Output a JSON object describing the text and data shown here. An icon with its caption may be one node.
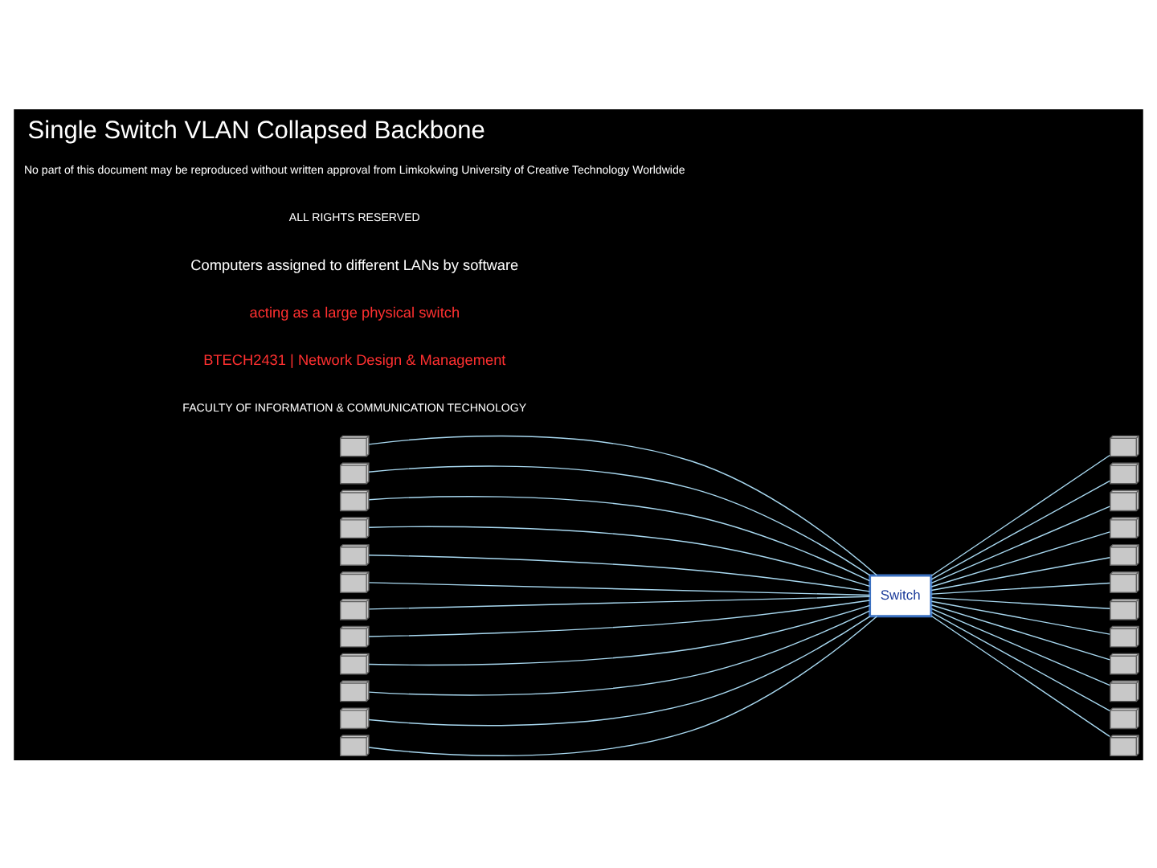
{
  "diagram": {
    "title": "Single Switch VLAN Collapsed Backbone",
    "nodes": [
      {
        "text": [],
        "shape": "picture"
      },
      {
        "text": [],
        "shape": "picture"
      },
      {
        "text": [],
        "shape": "picture"
      },
      {
        "text": [],
        "shape": "picture"
      },
      {
        "text": [],
        "shape": "picture"
      },
      {
        "text": [],
        "shape": "picture"
      },
      {
        "text": [],
        "shape": "picture"
      },
      {
        "text": [],
        "shape": "picture"
      },
      {
        "text": [],
        "shape": "picture"
      },
      {
        "text": [],
        "shape": "picture"
      },
      {
        "text": [],
        "shape": "picture"
      },
      {
        "text": [],
        "shape": "picture"
      },
      {
        "text": [],
        "shape": "picture"
      },
      {
        "text": [],
        "shape": "picture"
      },
      {
        "text": [],
        "shape": "picture"
      },
      {
        "text": [],
        "shape": "picture"
      },
      {
        "text": [],
        "shape": "picture"
      },
      {
        "text": [],
        "shape": "picture"
      },
      {
        "text": [],
        "shape": "picture"
      },
      {
        "text": [],
        "shape": "picture"
      },
      {
        "text": [],
        "shape": "picture"
      },
      {
        "text": [],
        "shape": "picture"
      },
      {
        "text": [],
        "shape": "picture"
      },
      {
        "text": [],
        "shape": "picture"
      },
      {
        "text": [
          "Switch"
        ]
      }
    ],
    "edges": [
      {
        "from": 0,
        "to": 24,
        "arrow": "none"
      },
      {
        "from": 1,
        "to": 24,
        "arrow": "none"
      },
      {
        "from": 2,
        "to": 24,
        "arrow": "none"
      },
      {
        "from": 3,
        "to": 24,
        "arrow": "none"
      },
      {
        "from": 4,
        "to": 24,
        "arrow": "none"
      },
      {
        "from": 5,
        "to": 24,
        "arrow": "none"
      },
      {
        "from": 6,
        "to": 24,
        "arrow": "none"
      },
      {
        "from": 7,
        "to": 24,
        "arrow": "none"
      },
      {
        "from": 8,
        "to": 24,
        "arrow": "none"
      },
      {
        "from": 9,
        "to": 24,
        "arrow": "none"
      },
      {
        "from": 10,
        "to": 24,
        "arrow": "none"
      },
      {
        "from": 11,
        "to": 24,
        "arrow": "none"
      },
      {
        "from": 24,
        "to": 12,
        "arrow": "none"
      },
      {
        "from": 24,
        "to": 13,
        "arrow": "none"
      },
      {
        "from": 24,
        "to": 14,
        "arrow": "none"
      },
      {
        "from": 24,
        "to": 15,
        "arrow": "none"
      },
      {
        "from": 24,
        "to": 16,
        "arrow": "none"
      },
      {
        "from": 24,
        "to": 17,
        "arrow": "none"
      },
      {
        "from": 24,
        "to": 18,
        "arrow": "none"
      },
      {
        "from": 24,
        "to": 19,
        "arrow": "none"
      },
      {
        "from": 24,
        "to": 20,
        "arrow": "none"
      },
      {
        "from": 24,
        "to": 21,
        "arrow": "none"
      },
      {
        "from": 24,
        "to": 22,
        "arrow": "none"
      },
      {
        "from": 24,
        "to": 23,
        "arrow": "none"
      }
    ],
    "labels": [
      "FACULTY OF INFORMATION & COMMUNICATION TECHNOLOGY",
      "BTECH2431 | Network Design & Management",
      "acting as a large physical switch",
      "Computers assigned to different LANs by software",
      "ALL RIGHTS RESERVED",
      "No part of this document may be reproduced without written approval from Limkokwing University of Creative Technology Worldwide"
    ]
  }
}
